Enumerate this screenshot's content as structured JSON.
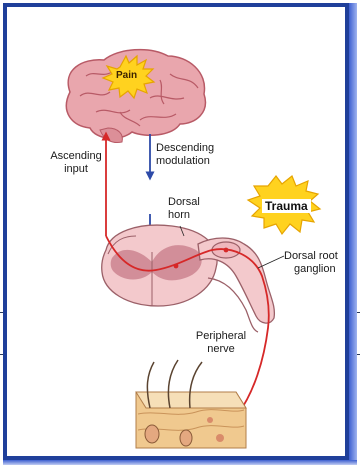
{
  "labels": {
    "pain": "Pain",
    "ascending_line1": "Ascending",
    "ascending_line2": "input",
    "descending_line1": "Descending",
    "descending_line2": "modulation",
    "dorsal_horn_line1": "Dorsal",
    "dorsal_horn_line2": "horn",
    "trauma": "Trauma",
    "drg_line1": "Dorsal root",
    "drg_line2": "ganglion",
    "peripheral_line1": "Peripheral",
    "peripheral_line2": "nerve"
  },
  "colors": {
    "frame": "#1f3f9a",
    "brain": "#e9a6ad",
    "brain_outline": "#b85a66",
    "star_fill": "#ffd21f",
    "star_outline": "#e6a400",
    "ascending_arrow": "#d62828",
    "descending_arrow": "#2d4aa8",
    "spinal_cord": "#f3c9cc",
    "grey_matter": "#c97f8c",
    "skin": "#f0c98f"
  }
}
